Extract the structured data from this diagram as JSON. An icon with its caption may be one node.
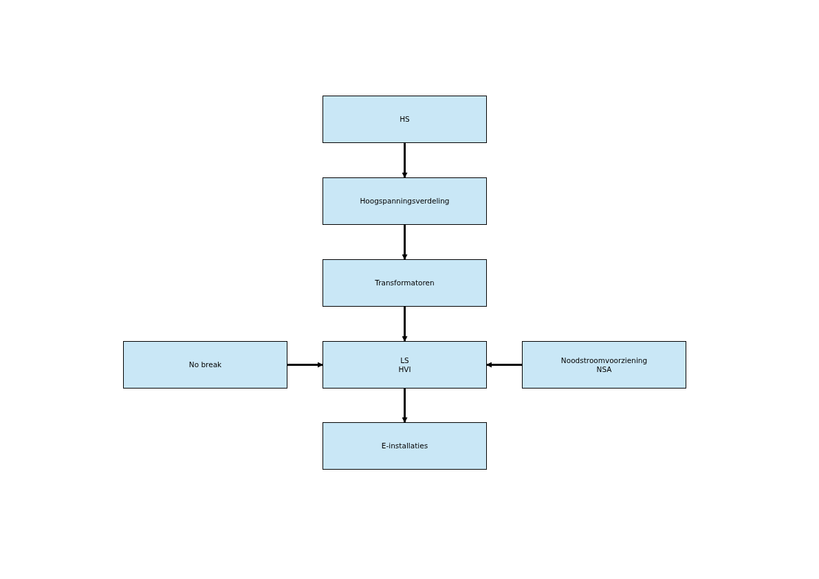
{
  "diagram": {
    "nodes": [
      {
        "text": [
          "HS"
        ]
      },
      {
        "text": [
          "Hoogspanningsverdeling"
        ]
      },
      {
        "text": [
          "Transformatoren"
        ]
      },
      {
        "text": [
          "No break"
        ]
      },
      {
        "text": [
          "LS",
          "HVI"
        ]
      },
      {
        "text": [
          "Noodstroomvoorziening",
          "NSA"
        ]
      },
      {
        "text": [
          "E-installaties"
        ]
      }
    ],
    "edges": [
      {
        "from": 0,
        "to": 1,
        "arrow": "to"
      },
      {
        "from": 1,
        "to": 2,
        "arrow": "to"
      },
      {
        "from": 2,
        "to": 4,
        "arrow": "to"
      },
      {
        "from": 3,
        "to": 4,
        "arrow": "to"
      },
      {
        "from": 5,
        "to": 4,
        "arrow": "to"
      },
      {
        "from": 4,
        "to": 6,
        "arrow": "to"
      }
    ]
  }
}
